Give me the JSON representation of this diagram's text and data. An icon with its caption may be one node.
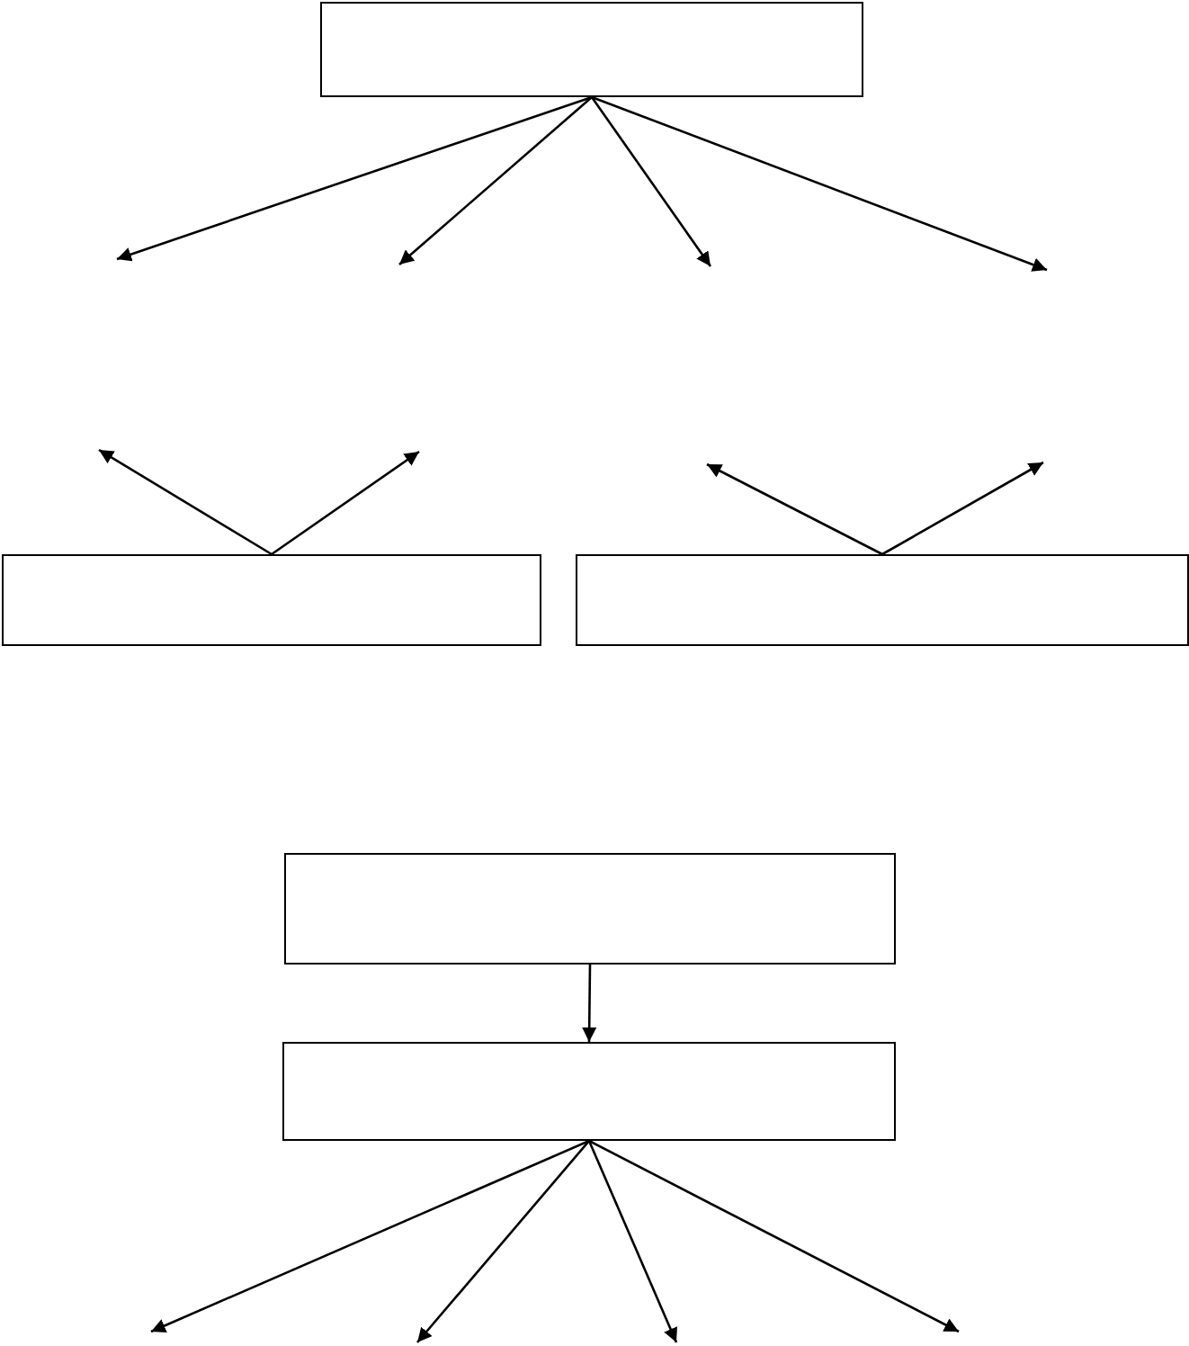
{
  "diagram": {
    "nodes": [
      {
        "text": [],
        "shape": "box"
      },
      {
        "text": [],
        "shape": "box"
      },
      {
        "text": [],
        "shape": "box"
      },
      {
        "text": [],
        "shape": "box"
      },
      {
        "text": [],
        "shape": "box"
      }
    ],
    "edges": [
      {
        "from": 0,
        "to": null,
        "arrow": "to"
      },
      {
        "from": 0,
        "to": null,
        "arrow": "to"
      },
      {
        "from": 0,
        "to": null,
        "arrow": "to"
      },
      {
        "from": 0,
        "to": null,
        "arrow": "to"
      },
      {
        "from": 1,
        "to": null,
        "arrow": "to"
      },
      {
        "from": 1,
        "to": null,
        "arrow": "to"
      },
      {
        "from": 2,
        "to": null,
        "arrow": "to"
      },
      {
        "from": 2,
        "to": null,
        "arrow": "to"
      },
      {
        "from": 3,
        "to": 4,
        "arrow": "to"
      },
      {
        "from": 4,
        "to": null,
        "arrow": "to"
      },
      {
        "from": 4,
        "to": null,
        "arrow": "to"
      },
      {
        "from": 4,
        "to": null,
        "arrow": "to"
      },
      {
        "from": 4,
        "to": null,
        "arrow": "to"
      }
    ]
  }
}
